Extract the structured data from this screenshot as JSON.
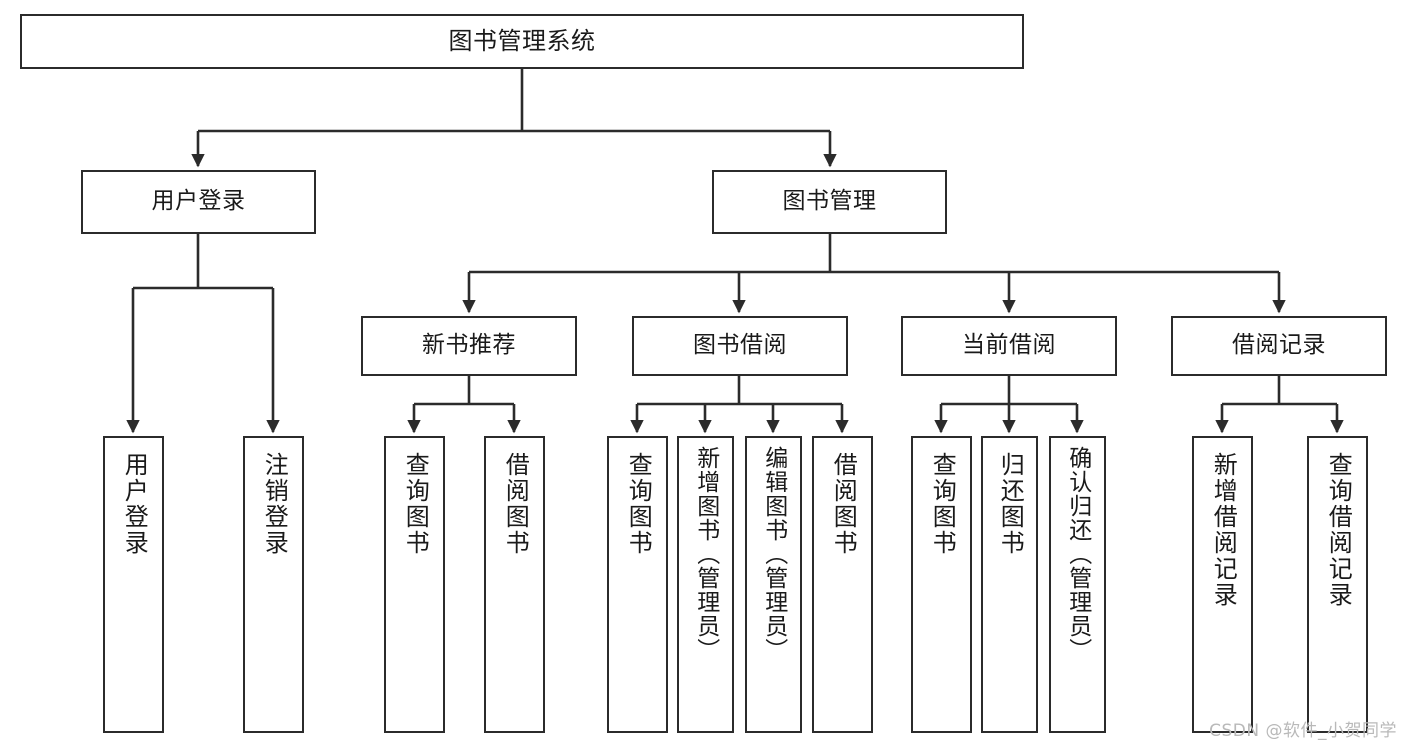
{
  "diagram": {
    "title": "图书管理系统",
    "type": "tree",
    "orientation": "top-down",
    "colors": {
      "box_border": "#2b2b2b",
      "box_fill": "#ffffff",
      "edge": "#2b2b2b",
      "text": "#1a1a1a",
      "watermark": "#b9b9b9",
      "background": "#ffffff"
    }
  },
  "nodes": {
    "root": {
      "label": "图书管理系统"
    },
    "level2": [
      {
        "id": "user-login",
        "label": "用户登录"
      },
      {
        "id": "book-management",
        "label": "图书管理"
      }
    ],
    "level3": [
      {
        "id": "new-book-recommend",
        "label": "新书推荐"
      },
      {
        "id": "book-borrow",
        "label": "图书借阅"
      },
      {
        "id": "current-borrow",
        "label": "当前借阅"
      },
      {
        "id": "borrow-record",
        "label": "借阅记录"
      }
    ],
    "leaves": [
      {
        "id": "leaf-user-login",
        "label": "用户登录",
        "parent": "user-login"
      },
      {
        "id": "leaf-logout-login",
        "label": "注销登录",
        "parent": "user-login"
      },
      {
        "id": "leaf-query-book-1",
        "label": "查询图书",
        "parent": "new-book-recommend"
      },
      {
        "id": "leaf-borrow-book-1",
        "label": "借阅图书",
        "parent": "new-book-recommend"
      },
      {
        "id": "leaf-query-book-2",
        "label": "查询图书",
        "parent": "book-borrow"
      },
      {
        "id": "leaf-add-book",
        "label": "新增图书（管理员）",
        "parent": "book-borrow"
      },
      {
        "id": "leaf-edit-book",
        "label": "编辑图书（管理员）",
        "parent": "book-borrow"
      },
      {
        "id": "leaf-borrow-book-2",
        "label": "借阅图书",
        "parent": "book-borrow"
      },
      {
        "id": "leaf-query-book-3",
        "label": "查询图书",
        "parent": "current-borrow"
      },
      {
        "id": "leaf-return-book",
        "label": "归还图书",
        "parent": "current-borrow"
      },
      {
        "id": "leaf-confirm-return",
        "label": "确认归还（管理员）",
        "parent": "current-borrow"
      },
      {
        "id": "leaf-add-record",
        "label": "新增借阅记录",
        "parent": "borrow-record"
      },
      {
        "id": "leaf-query-record",
        "label": "查询借阅记录",
        "parent": "borrow-record"
      }
    ]
  },
  "watermark": {
    "text": "CSDN @软件_小贺同学"
  }
}
